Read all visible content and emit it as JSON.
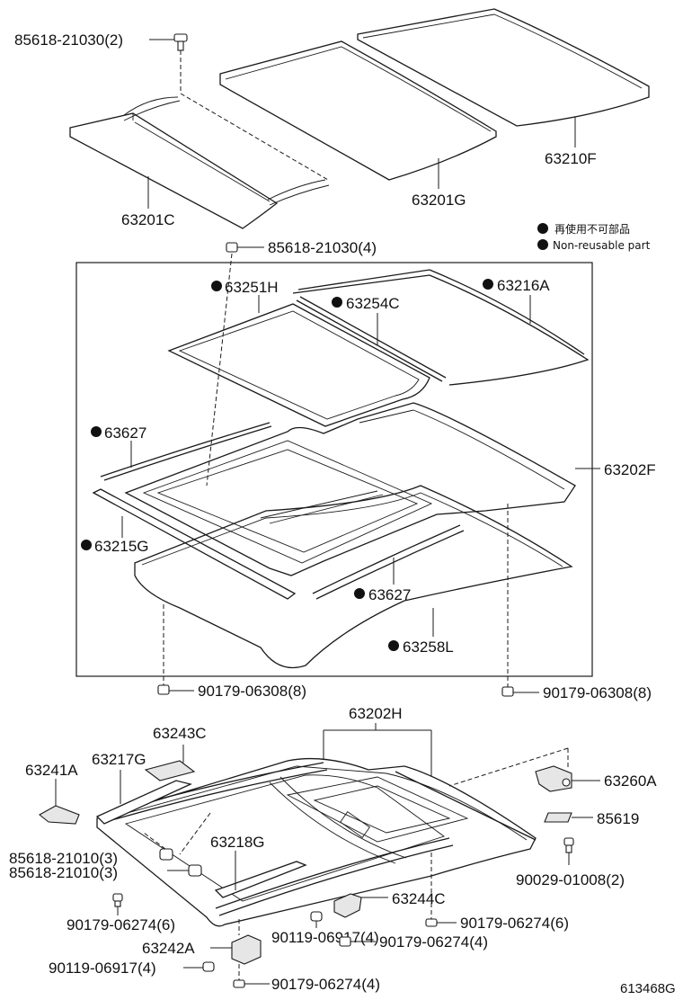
{
  "parts": {
    "bolt_top": "85618-21030(2)",
    "p63201C": "63201C",
    "p63201G": "63201G",
    "p63210F": "63210F",
    "bolt_mid": "85618-21030(4)",
    "p63251H": "63251H",
    "p63254C": "63254C",
    "p63216A": "63216A",
    "p63627a": "63627",
    "p63202F": "63202F",
    "p63215G": "63215G",
    "p63627b": "63627",
    "p63258L": "63258L",
    "clip_left": "90179-06308(8)",
    "clip_right": "90179-06308(8)",
    "p63202H": "63202H",
    "p63243C": "63243C",
    "p63217G": "63217G",
    "p63241A": "63241A",
    "p63260A": "63260A",
    "p85619": "85619",
    "p90029": "90029-01008(2)",
    "bolt_b1": "85618-21010(3)",
    "bolt_b2": "85618-21010(3)",
    "p63218G": "63218G",
    "p63244C": "63244C",
    "clip_b_left": "90179-06274(6)",
    "clip_b_mid": "90179-06274(6)",
    "p90119a": "90119-06917(4)",
    "clip_b_mid2": "90179-06274(4)",
    "p63242A": "63242A",
    "p90119b": "90119-06917(4)",
    "clip_b_bottom": "90179-06274(4)"
  },
  "legend": {
    "jp": "再使用不可部品",
    "en": "Non-reusable part"
  },
  "figure_id": "613468G"
}
